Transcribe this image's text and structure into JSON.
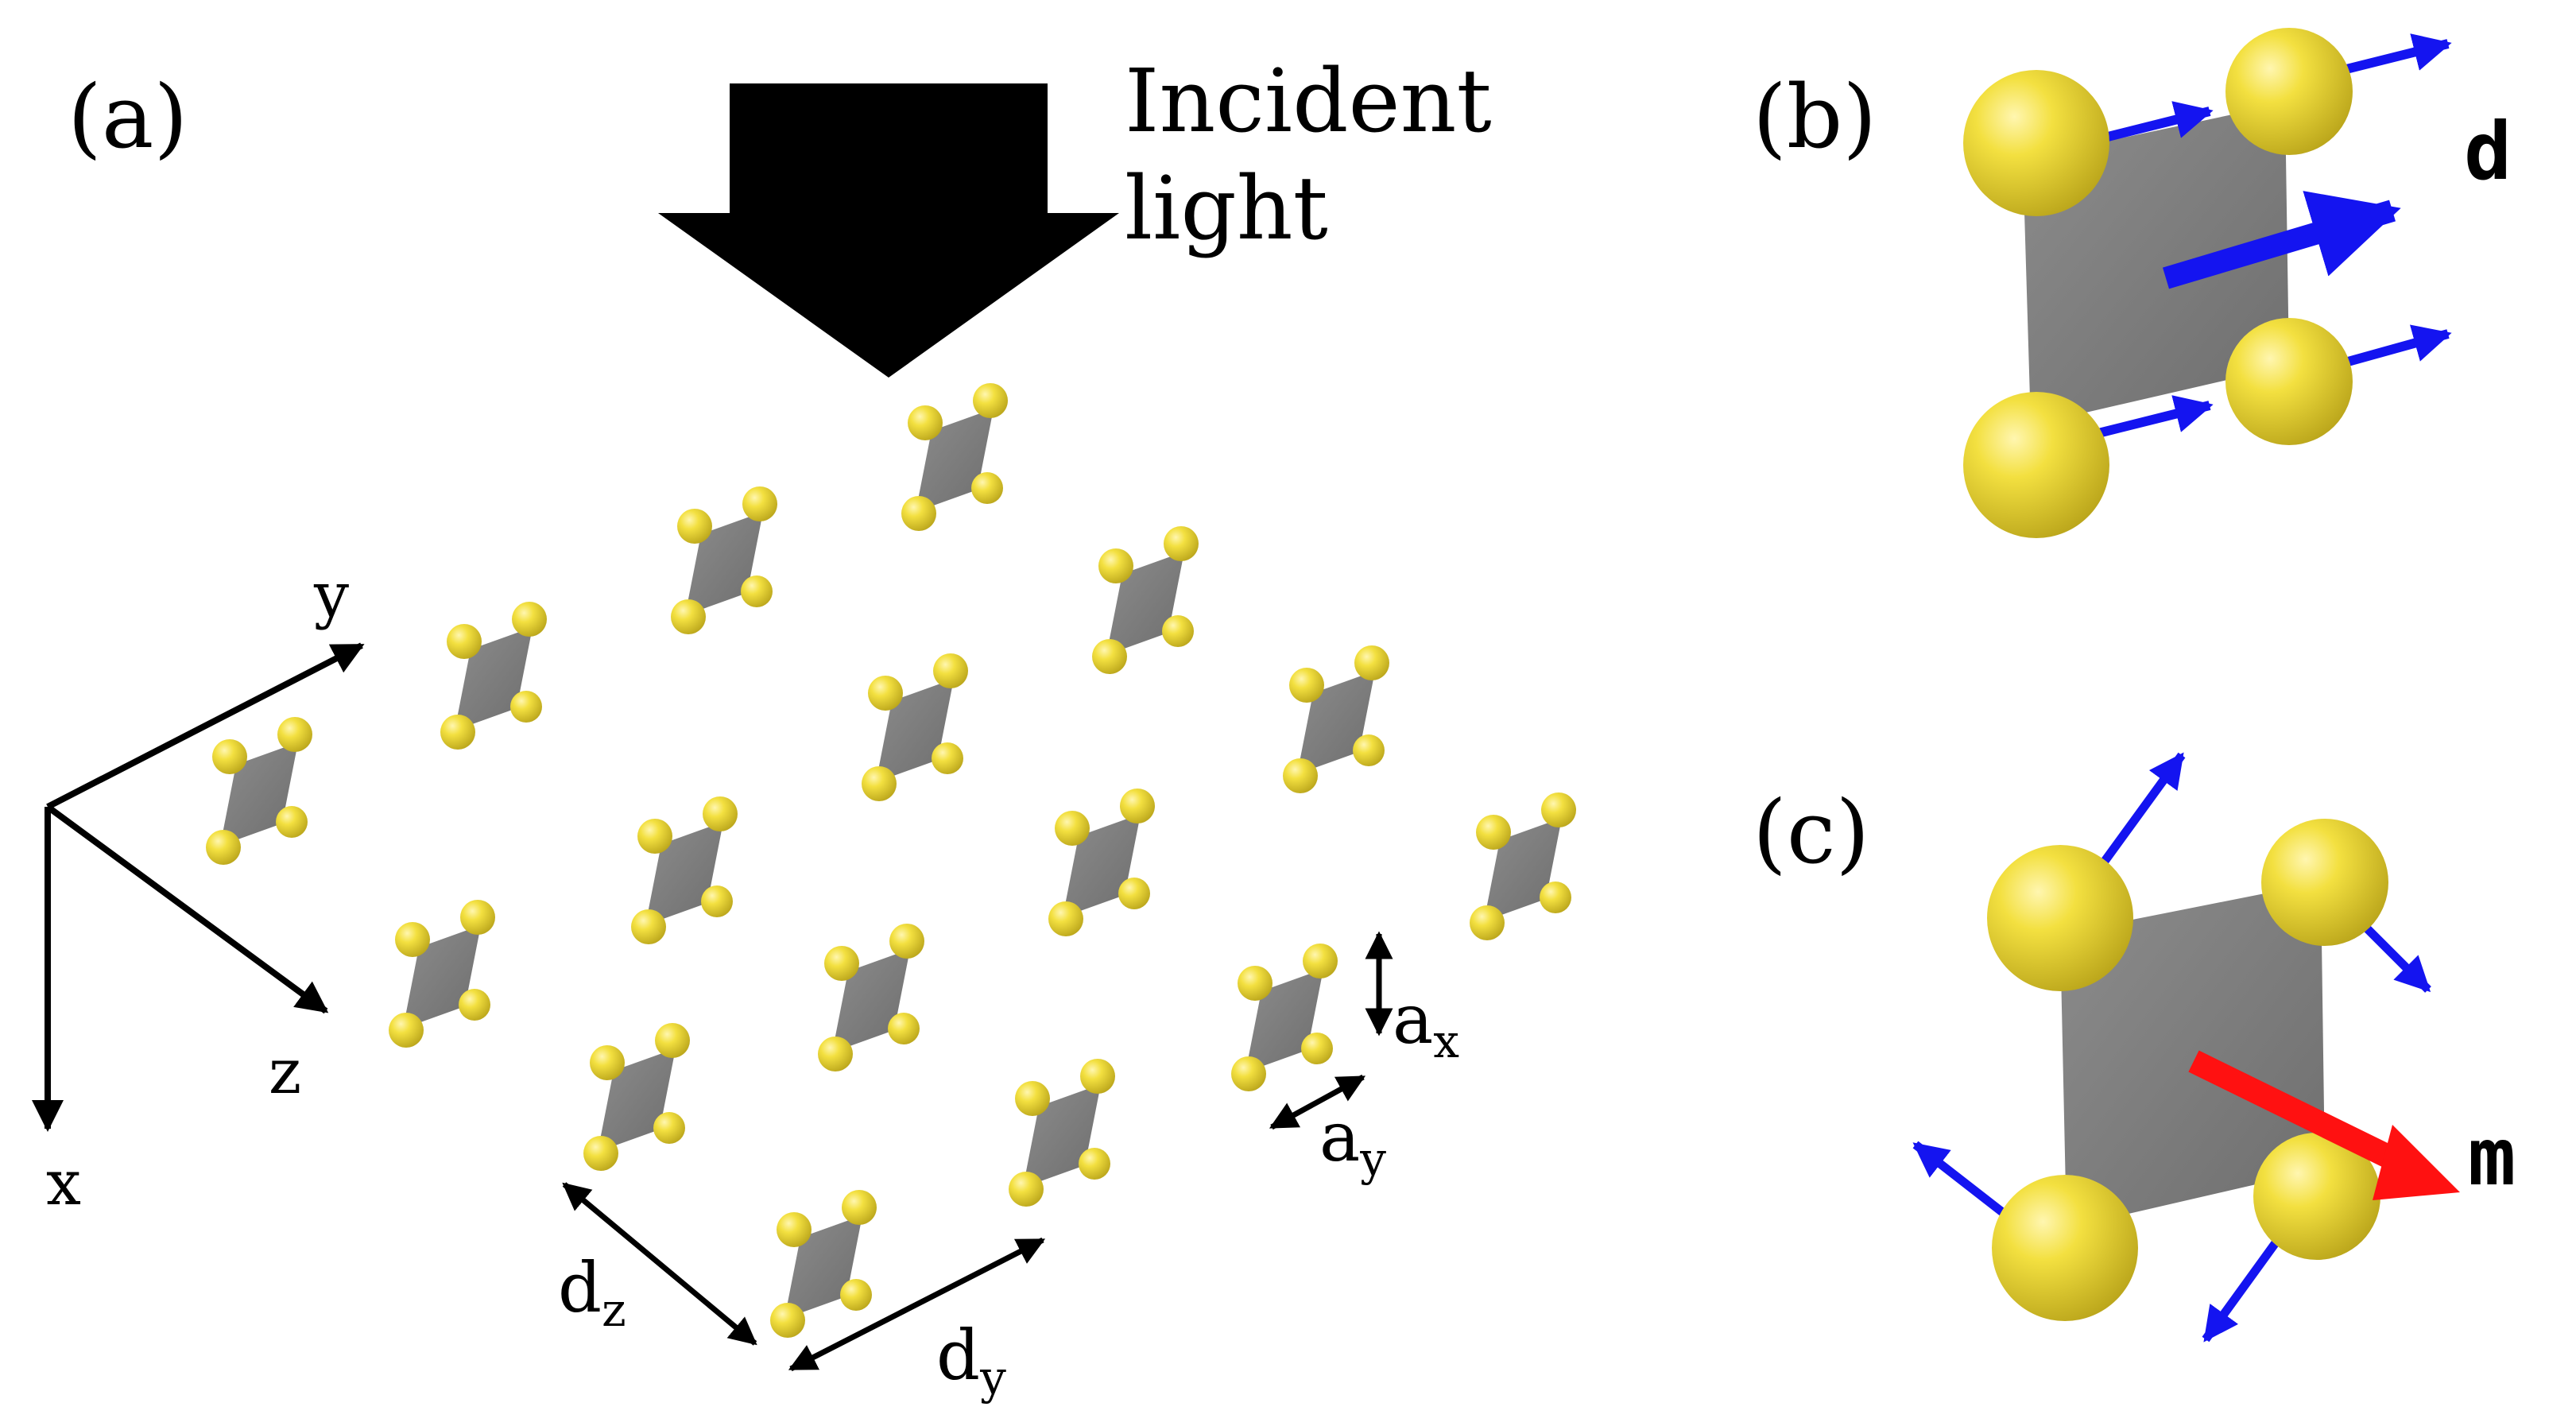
{
  "panels": {
    "a": {
      "label": "(a)"
    },
    "b": {
      "label": "(b)",
      "vector_label": "d",
      "vector_color": "#1414f0"
    },
    "c": {
      "label": "(c)",
      "vector_label": "m",
      "vector_color": "#ff1111",
      "arrow_color": "#1414f0"
    }
  },
  "incident": {
    "line1": "Incident",
    "line2": "light"
  },
  "axes": {
    "x": "x",
    "y": "y",
    "z": "z"
  },
  "dims": {
    "ax_main": "a",
    "ax_sub": "x",
    "ay_main": "a",
    "ay_sub": "y",
    "dz_main": "d",
    "dz_sub": "z",
    "dy_main": "d",
    "dy_sub": "y"
  },
  "colors": {
    "sphere": "#f0dc2a",
    "plate": "#808080",
    "arrow": "#000000"
  }
}
